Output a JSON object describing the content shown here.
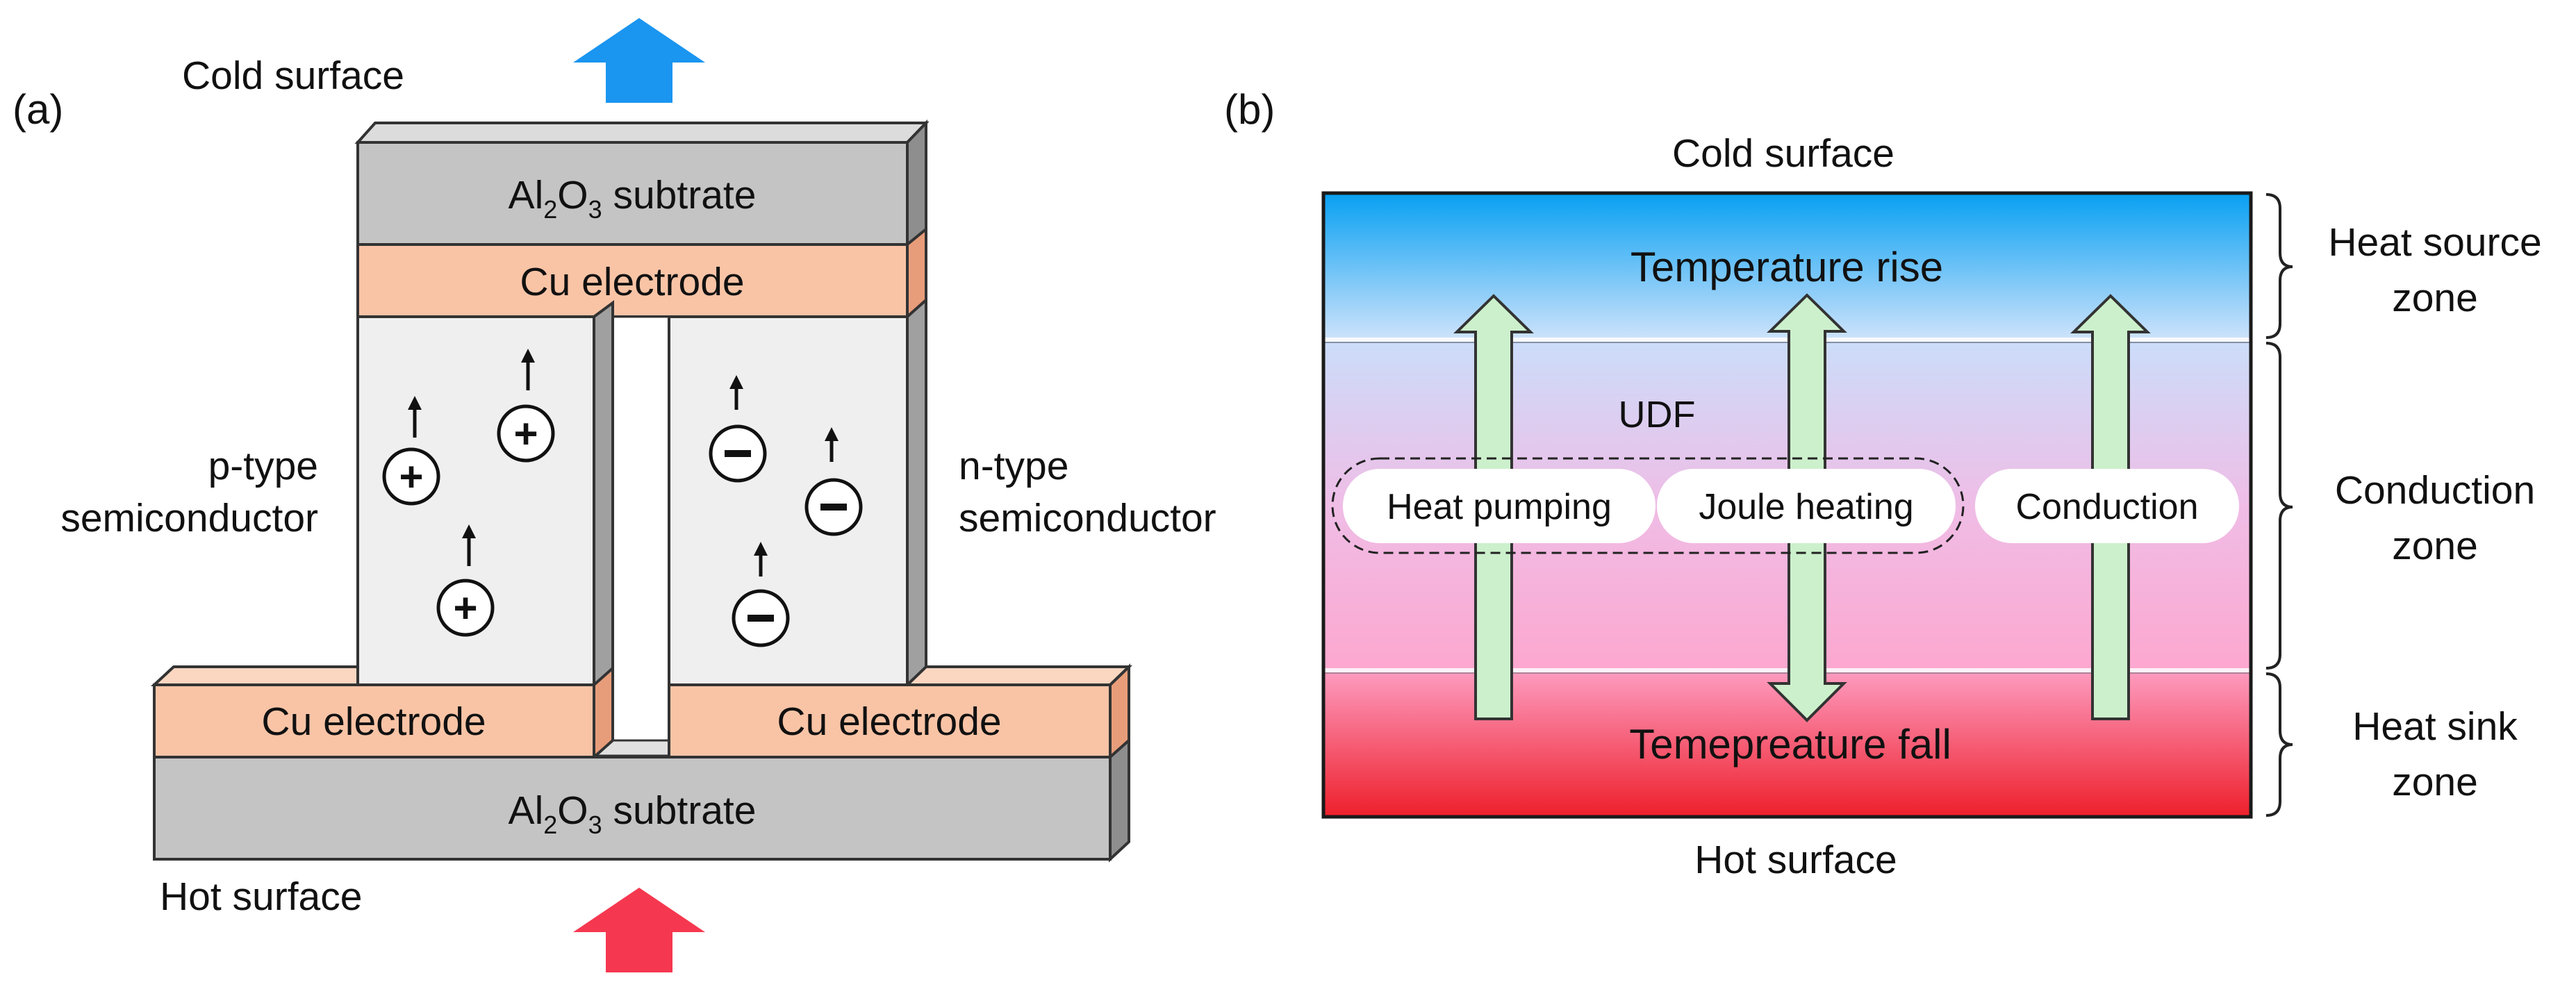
{
  "panel_a": {
    "label": "(a)",
    "cold_surface": "Cold surface",
    "hot_surface": "Hot surface",
    "top_substrate": {
      "pre": "Al",
      "sub1": "2",
      "mid": "O",
      "sub2": "3",
      "post": " subtrate"
    },
    "bottom_substrate": {
      "pre": "Al",
      "sub1": "2",
      "mid": "O",
      "sub2": "3",
      "post": " subtrate"
    },
    "top_electrode": "Cu electrode",
    "bottom_left_electrode": "Cu electrode",
    "bottom_right_electrode": "Cu electrode",
    "p_type": {
      "line1": "p-type",
      "line2": "semiconductor"
    },
    "n_type": {
      "line1": "n-type",
      "line2": "semiconductor"
    },
    "carrier_plus": "+",
    "carrier_minus": "−"
  },
  "panel_b": {
    "label": "(b)",
    "cold_surface": "Cold surface",
    "hot_surface": "Hot surface",
    "temperature_rise": "Temperature rise",
    "temperature_fall": "Temepreature fall",
    "udf": "UDF",
    "heat_pumping": "Heat pumping",
    "joule_heating": "Joule heating",
    "conduction": "Conduction",
    "zones": {
      "heat_source": {
        "line1": "Heat source",
        "line2": "zone"
      },
      "conduction": {
        "line1": "Conduction",
        "line2": "zone"
      },
      "heat_sink": {
        "line1": "Heat sink",
        "line2": "zone"
      }
    }
  },
  "colors": {
    "substrate": "#c4c4c4",
    "electrode": "#f9c4a6",
    "semiconductor": "#efefef",
    "cold_arrow": "#1a95f0",
    "hot_arrow": "#f5384f",
    "flow_arrow": "#ccf0cc",
    "gradient_cold": "#0b9cf0",
    "gradient_mid": "#ccdefa",
    "gradient_pink": "#fda2cf",
    "gradient_hot": "#f02a34"
  }
}
